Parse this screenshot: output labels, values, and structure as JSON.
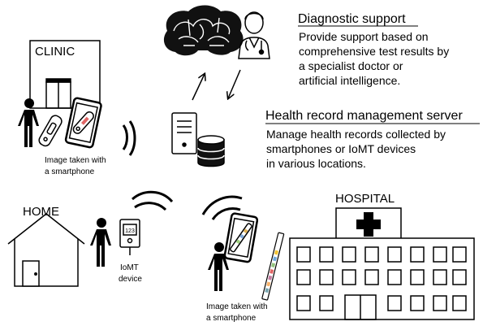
{
  "diagnostic": {
    "heading": "Diagnostic support",
    "lines": [
      "Provide support based on",
      "comprehensive test results by",
      "a specialist doctor or",
      "artificial intelligence."
    ]
  },
  "server": {
    "heading": "Health record management server",
    "lines": [
      "Manage health records collected by",
      "smartphones or IoMT devices",
      "in various locations."
    ]
  },
  "clinic": {
    "label": "CLINIC",
    "caption": [
      "Image taken with",
      "a smartphone"
    ]
  },
  "home": {
    "label": "HOME",
    "device_caption": [
      "IoMT",
      "device"
    ],
    "device_screen": "123"
  },
  "hospital": {
    "label": "HOSPITAL",
    "caption": [
      "Image taken with",
      "a smartphone"
    ]
  }
}
